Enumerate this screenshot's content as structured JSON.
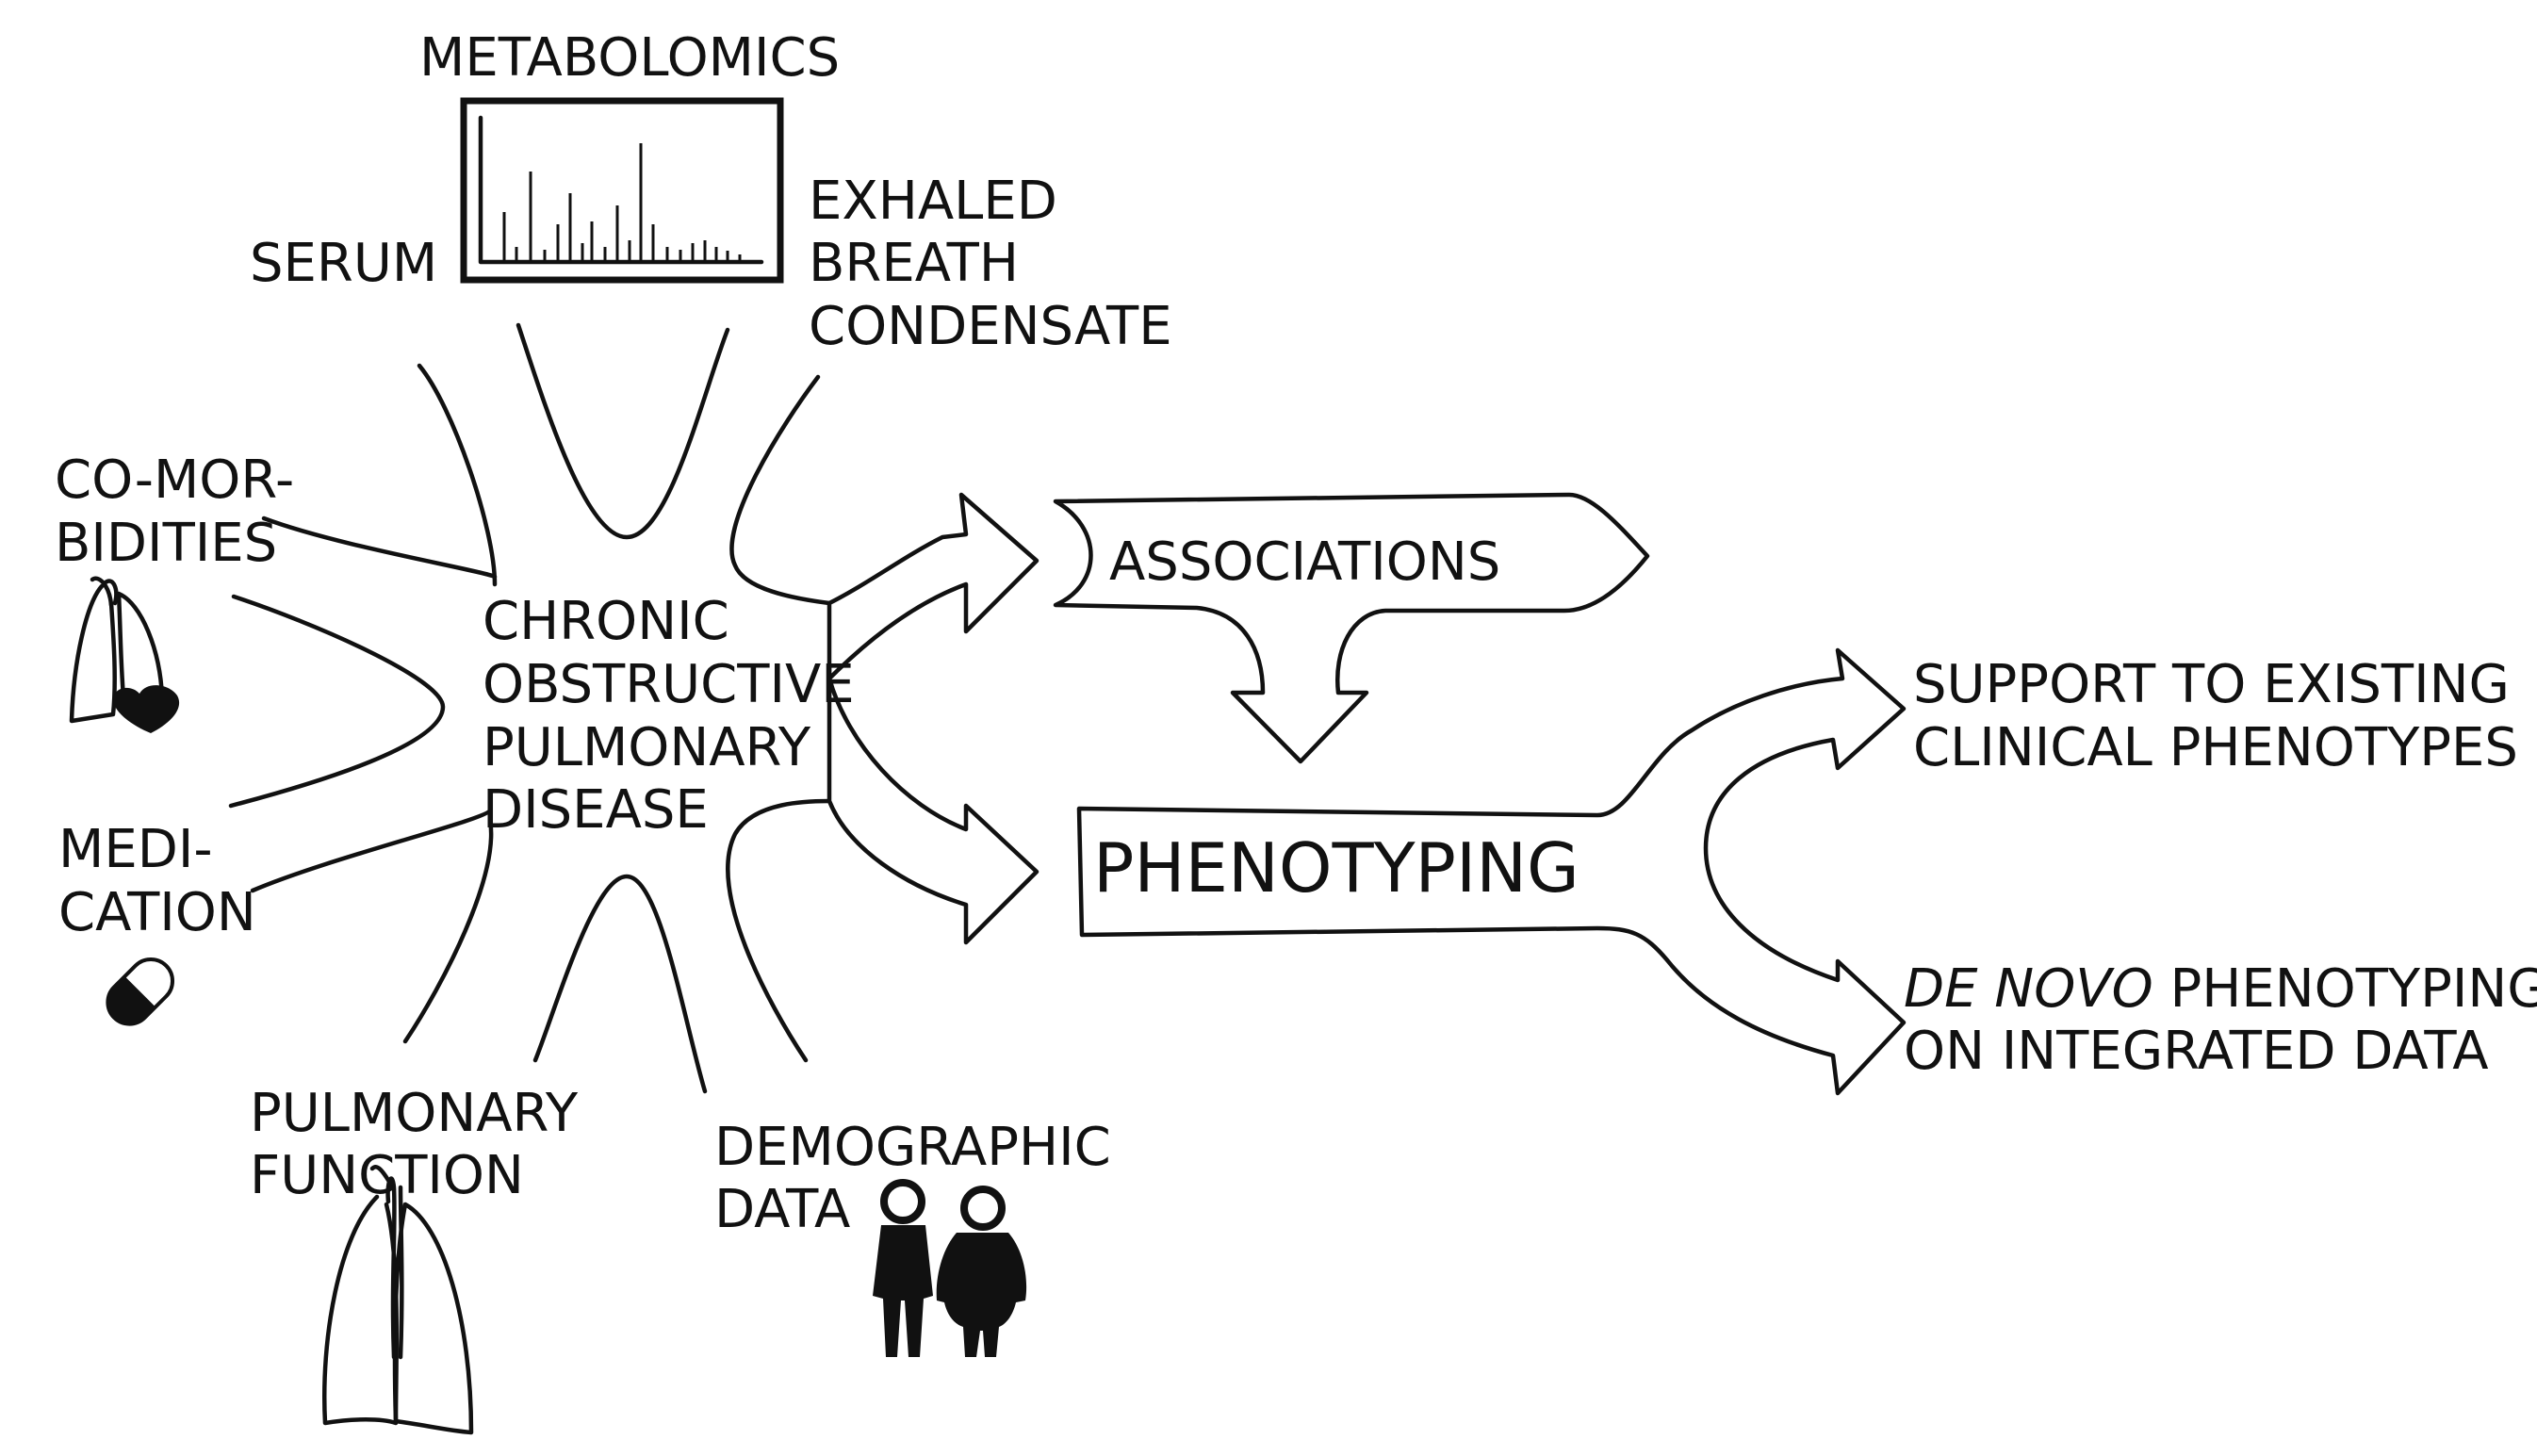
{
  "labels": {
    "metabolomics": "METABOLOMICS",
    "serum": "SERUM",
    "exhaled_1": "EXHALED",
    "exhaled_2": "BREATH",
    "exhaled_3": "CONDENSATE",
    "comorb_1": "CO-MOR-",
    "comorb_2": "BIDITIES",
    "medi_1": "MEDI-",
    "medi_2": "CATION",
    "pulm_1": "PULMONARY",
    "pulm_2": "FUNCTION",
    "demo_1": "DEMOGRAPHIC",
    "demo_2": "DATA",
    "copd_1": "CHRONIC",
    "copd_2": "OBSTRUCTIVE",
    "copd_3": "PULMONARY",
    "copd_4": "DISEASE",
    "associations": "ASSOCIATIONS",
    "phenotyping": "PHENOTYPING",
    "support_1": "SUPPORT TO EXISTING",
    "support_2": "CLINICAL PHENOTYPES",
    "denovo_italic": "DE NOVO",
    "denovo_rest": " PHENOTYPING",
    "denovo_2": "ON INTEGRATED DATA"
  },
  "icons": [
    "spectrum-icon",
    "lungs-heart-icon",
    "pill-icon",
    "lungs-icon",
    "people-icon"
  ],
  "colors": {
    "ink": "#111111",
    "background": "#ffffff"
  }
}
